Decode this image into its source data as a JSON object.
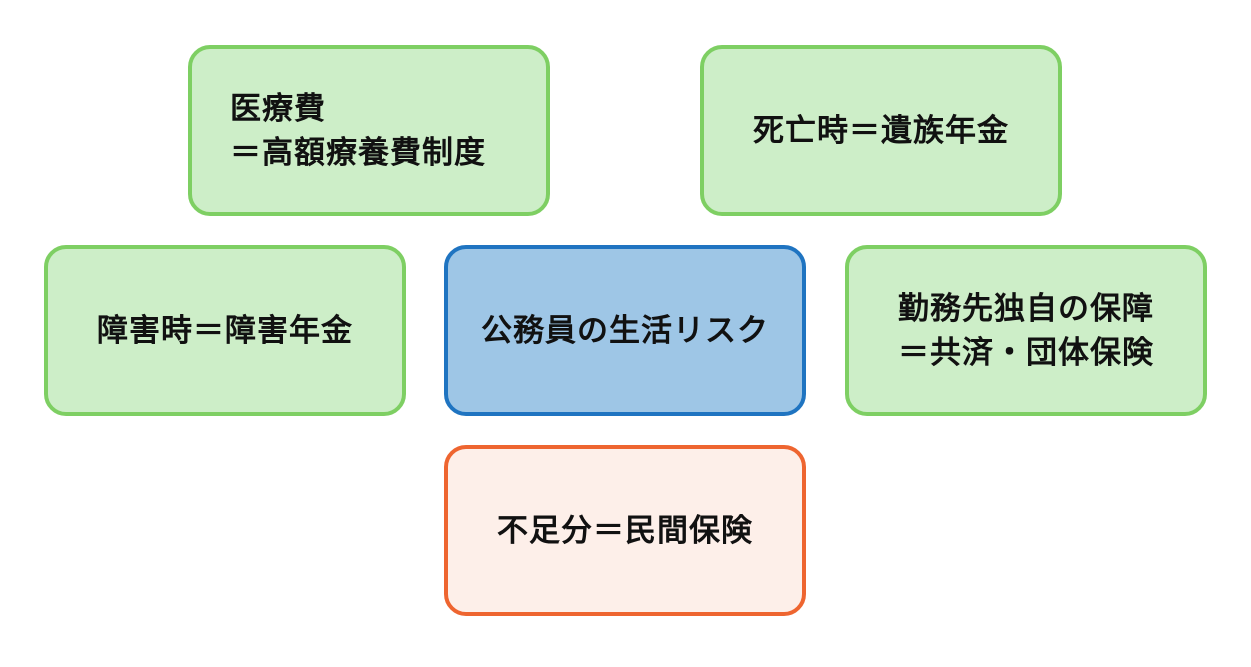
{
  "colors": {
    "green_fill": "#cdeec8",
    "green_border": "#7ecf63",
    "blue_fill": "#9ec6e6",
    "blue_border": "#1f74c1",
    "orange_fill": "#fdefe9",
    "orange_border": "#ee6530"
  },
  "nodes": {
    "medical": {
      "line1": "医療費",
      "line2": "＝高額療養費制度"
    },
    "death": {
      "text": "死亡時＝遺族年金"
    },
    "disability": {
      "text": "障害時＝障害年金"
    },
    "center": {
      "text": "公務員の生活リスク"
    },
    "employer": {
      "line1": "勤務先独自の保障",
      "line2": "＝共済・団体保険"
    },
    "shortfall": {
      "text": "不足分＝民間保険"
    }
  }
}
